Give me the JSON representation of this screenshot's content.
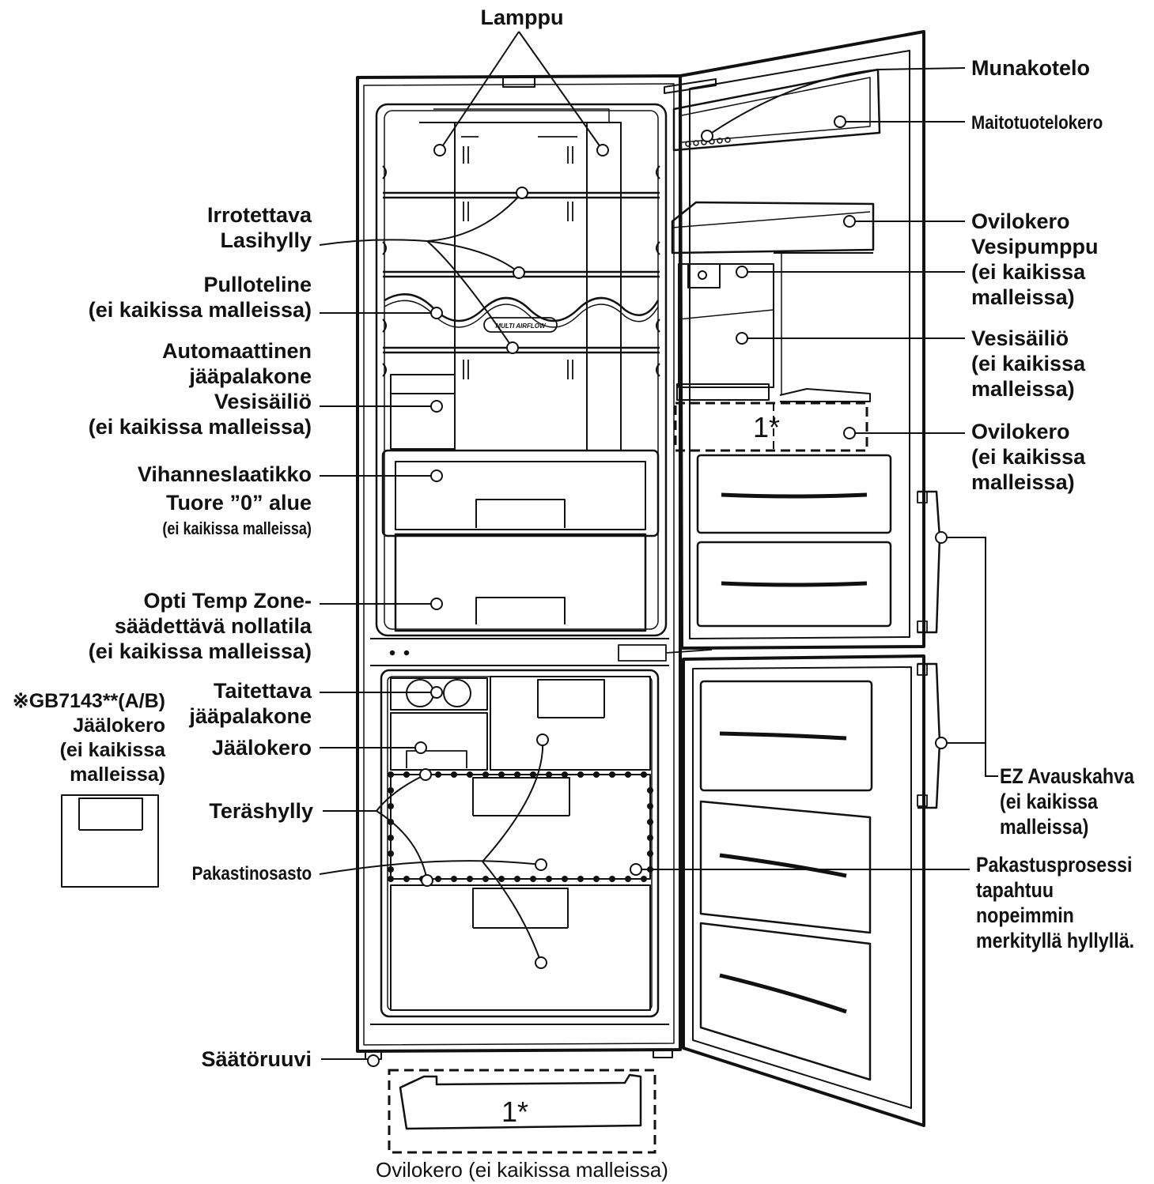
{
  "labels": {
    "lamppu": "Lamppu",
    "munakotelo": "Munakotelo",
    "maitotuotelokero": "Maitotuotelokero",
    "irrotettava": [
      "Irrotettava",
      "Lasihylly"
    ],
    "pulloteline": [
      "Pulloteline",
      "(ei kaikissa malleissa)"
    ],
    "automaattinen": [
      "Automaattinen",
      "jääpalakone",
      "Vesisäiliö",
      "(ei kaikissa malleissa)"
    ],
    "vihanneslaatikko": "Vihanneslaatikko",
    "tuore": "Tuore ”0” alue",
    "tuore_note": "(ei kaikissa malleissa)",
    "opti": [
      "Opti Temp Zone-",
      "säädettävä nollatila",
      "(ei kaikissa malleissa)"
    ],
    "taitettava": [
      "Taitettava",
      "jääpalakone"
    ],
    "jaalokero": "Jäälokero",
    "terashylly": "Teräshylly",
    "pakastinosasto": "Pakastinosasto",
    "saatoruuvi": "Säätöruuvi",
    "gb_model": [
      "※GB7143**(A/B)",
      "Jäälokero",
      "(ei kaikissa",
      "malleissa)"
    ],
    "ovilokero_vesipumppu": [
      "Ovilokero",
      "Vesipumppu",
      "(ei kaikissa",
      "malleissa)"
    ],
    "vesisailio_right": [
      "Vesisäiliö",
      "(ei kaikissa",
      "malleissa)"
    ],
    "ovilokero_right": [
      "Ovilokero",
      "(ei kaikissa",
      "malleissa)"
    ],
    "ez_avauskahva": [
      "EZ Avauskahva",
      "(ei kaikissa",
      "malleissa)"
    ],
    "pakastusprosessi": [
      "Pakastusprosessi",
      "tapahtuu",
      "nopeimmin",
      "merkityllä hyllyllä."
    ],
    "ovilokero_bottom": "Ovilokero (ei kaikissa malleissa)",
    "footnote_mark": "1*",
    "multi_airflow": "MULTI AIRFLOW"
  }
}
